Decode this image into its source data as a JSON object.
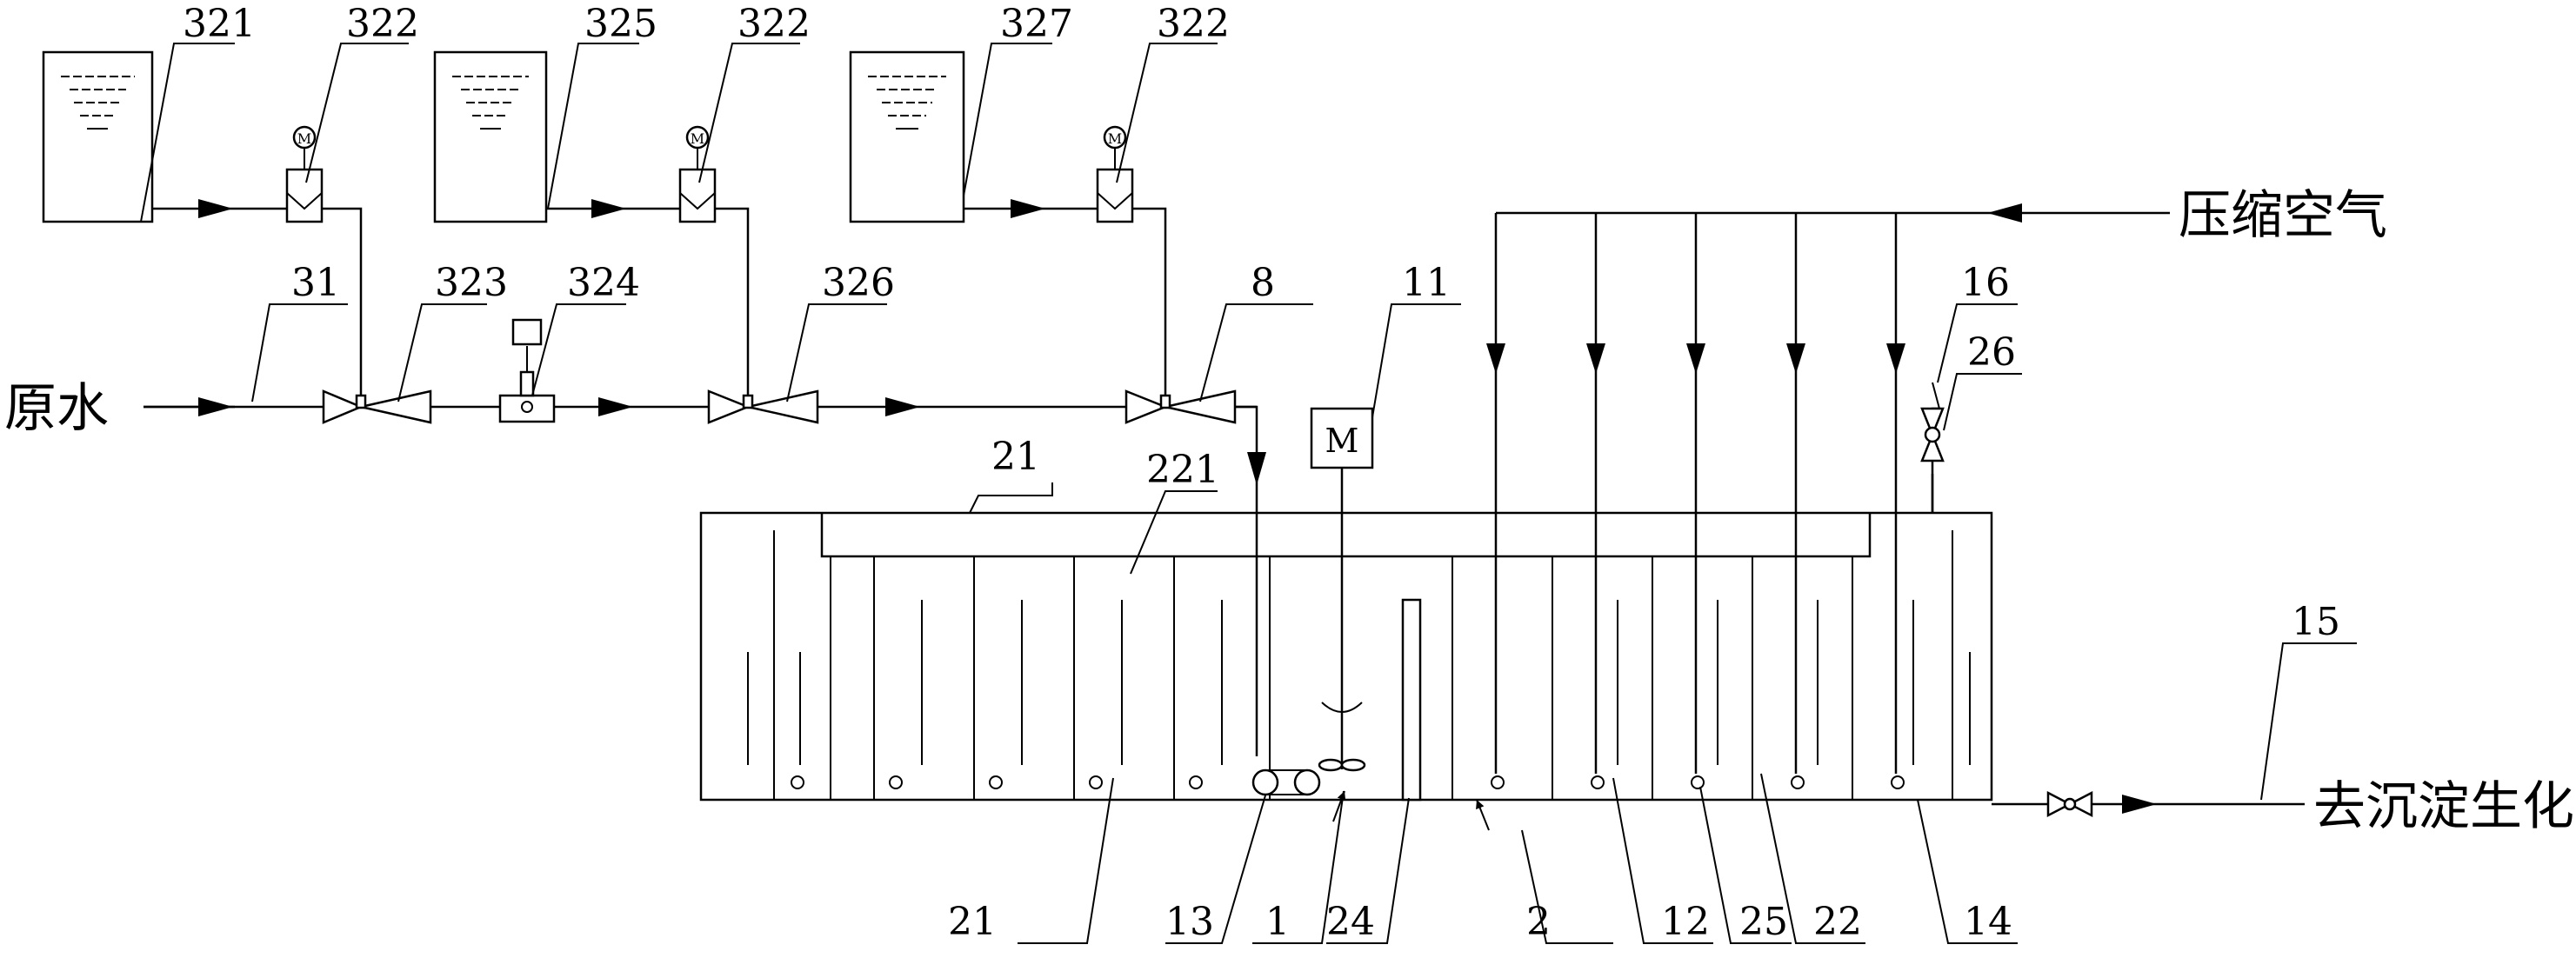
{
  "labels": {
    "tank_a": "321",
    "tank_b": "325",
    "tank_c": "327",
    "pump_a": "322",
    "pump_b": "322",
    "pump_c": "322",
    "inlet_pipe": "31",
    "mixer_a": "323",
    "flow_valve": "324",
    "mixer_b": "326",
    "mixer_c": "8",
    "motor": "11",
    "vent_pipe": "16",
    "vent_valve": "26",
    "outlet_pipe": "15",
    "top_frame": "21",
    "manifold": "221",
    "tank_wall": "21",
    "aerator": "13",
    "zone_1": "1",
    "partition": "24",
    "zone_2": "2",
    "air_pipe": "12",
    "diffuser": "25",
    "zone_22": "22",
    "outlet_weir": "14"
  },
  "text": {
    "raw_water": "原水",
    "compressed_air": "压缩空气",
    "to_sedimentation": "去沉淀生化",
    "motor_symbol": "M",
    "pump_motor_symbol": "M"
  }
}
